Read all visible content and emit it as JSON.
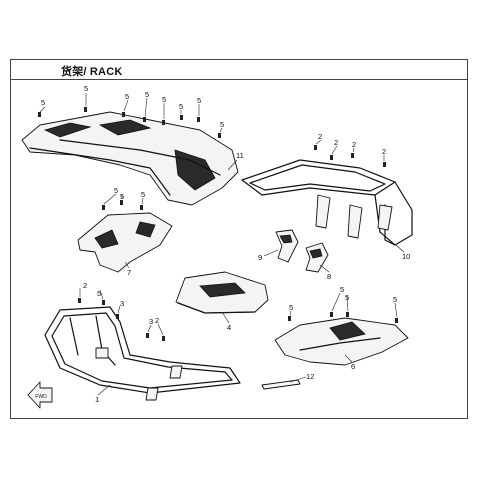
{
  "title": "货架/ RACK",
  "callouts": {
    "c1": "1",
    "c2a": "2",
    "c2b": "2",
    "c2c": "2",
    "c2d": "2",
    "c2e": "2",
    "c3a": "3",
    "c3b": "3",
    "c4": "4",
    "c5a": "5",
    "c5b": "5",
    "c5c": "5",
    "c5d": "5",
    "c5e": "5",
    "c5f": "5",
    "c5g": "5",
    "c5h": "5",
    "c5i": "5",
    "c5j": "5",
    "c5k": "5",
    "c5l": "5",
    "c6": "6",
    "c7": "7",
    "c8": "8",
    "c9": "9",
    "c10": "10",
    "c11": "11",
    "c12": "12"
  },
  "colors": {
    "line": "#111111",
    "fill": "#f4f4f4",
    "dark": "#2a2a2a"
  },
  "icons": {
    "front_arrow": "fwd-arrow-icon"
  },
  "arrow_label": "FWD"
}
